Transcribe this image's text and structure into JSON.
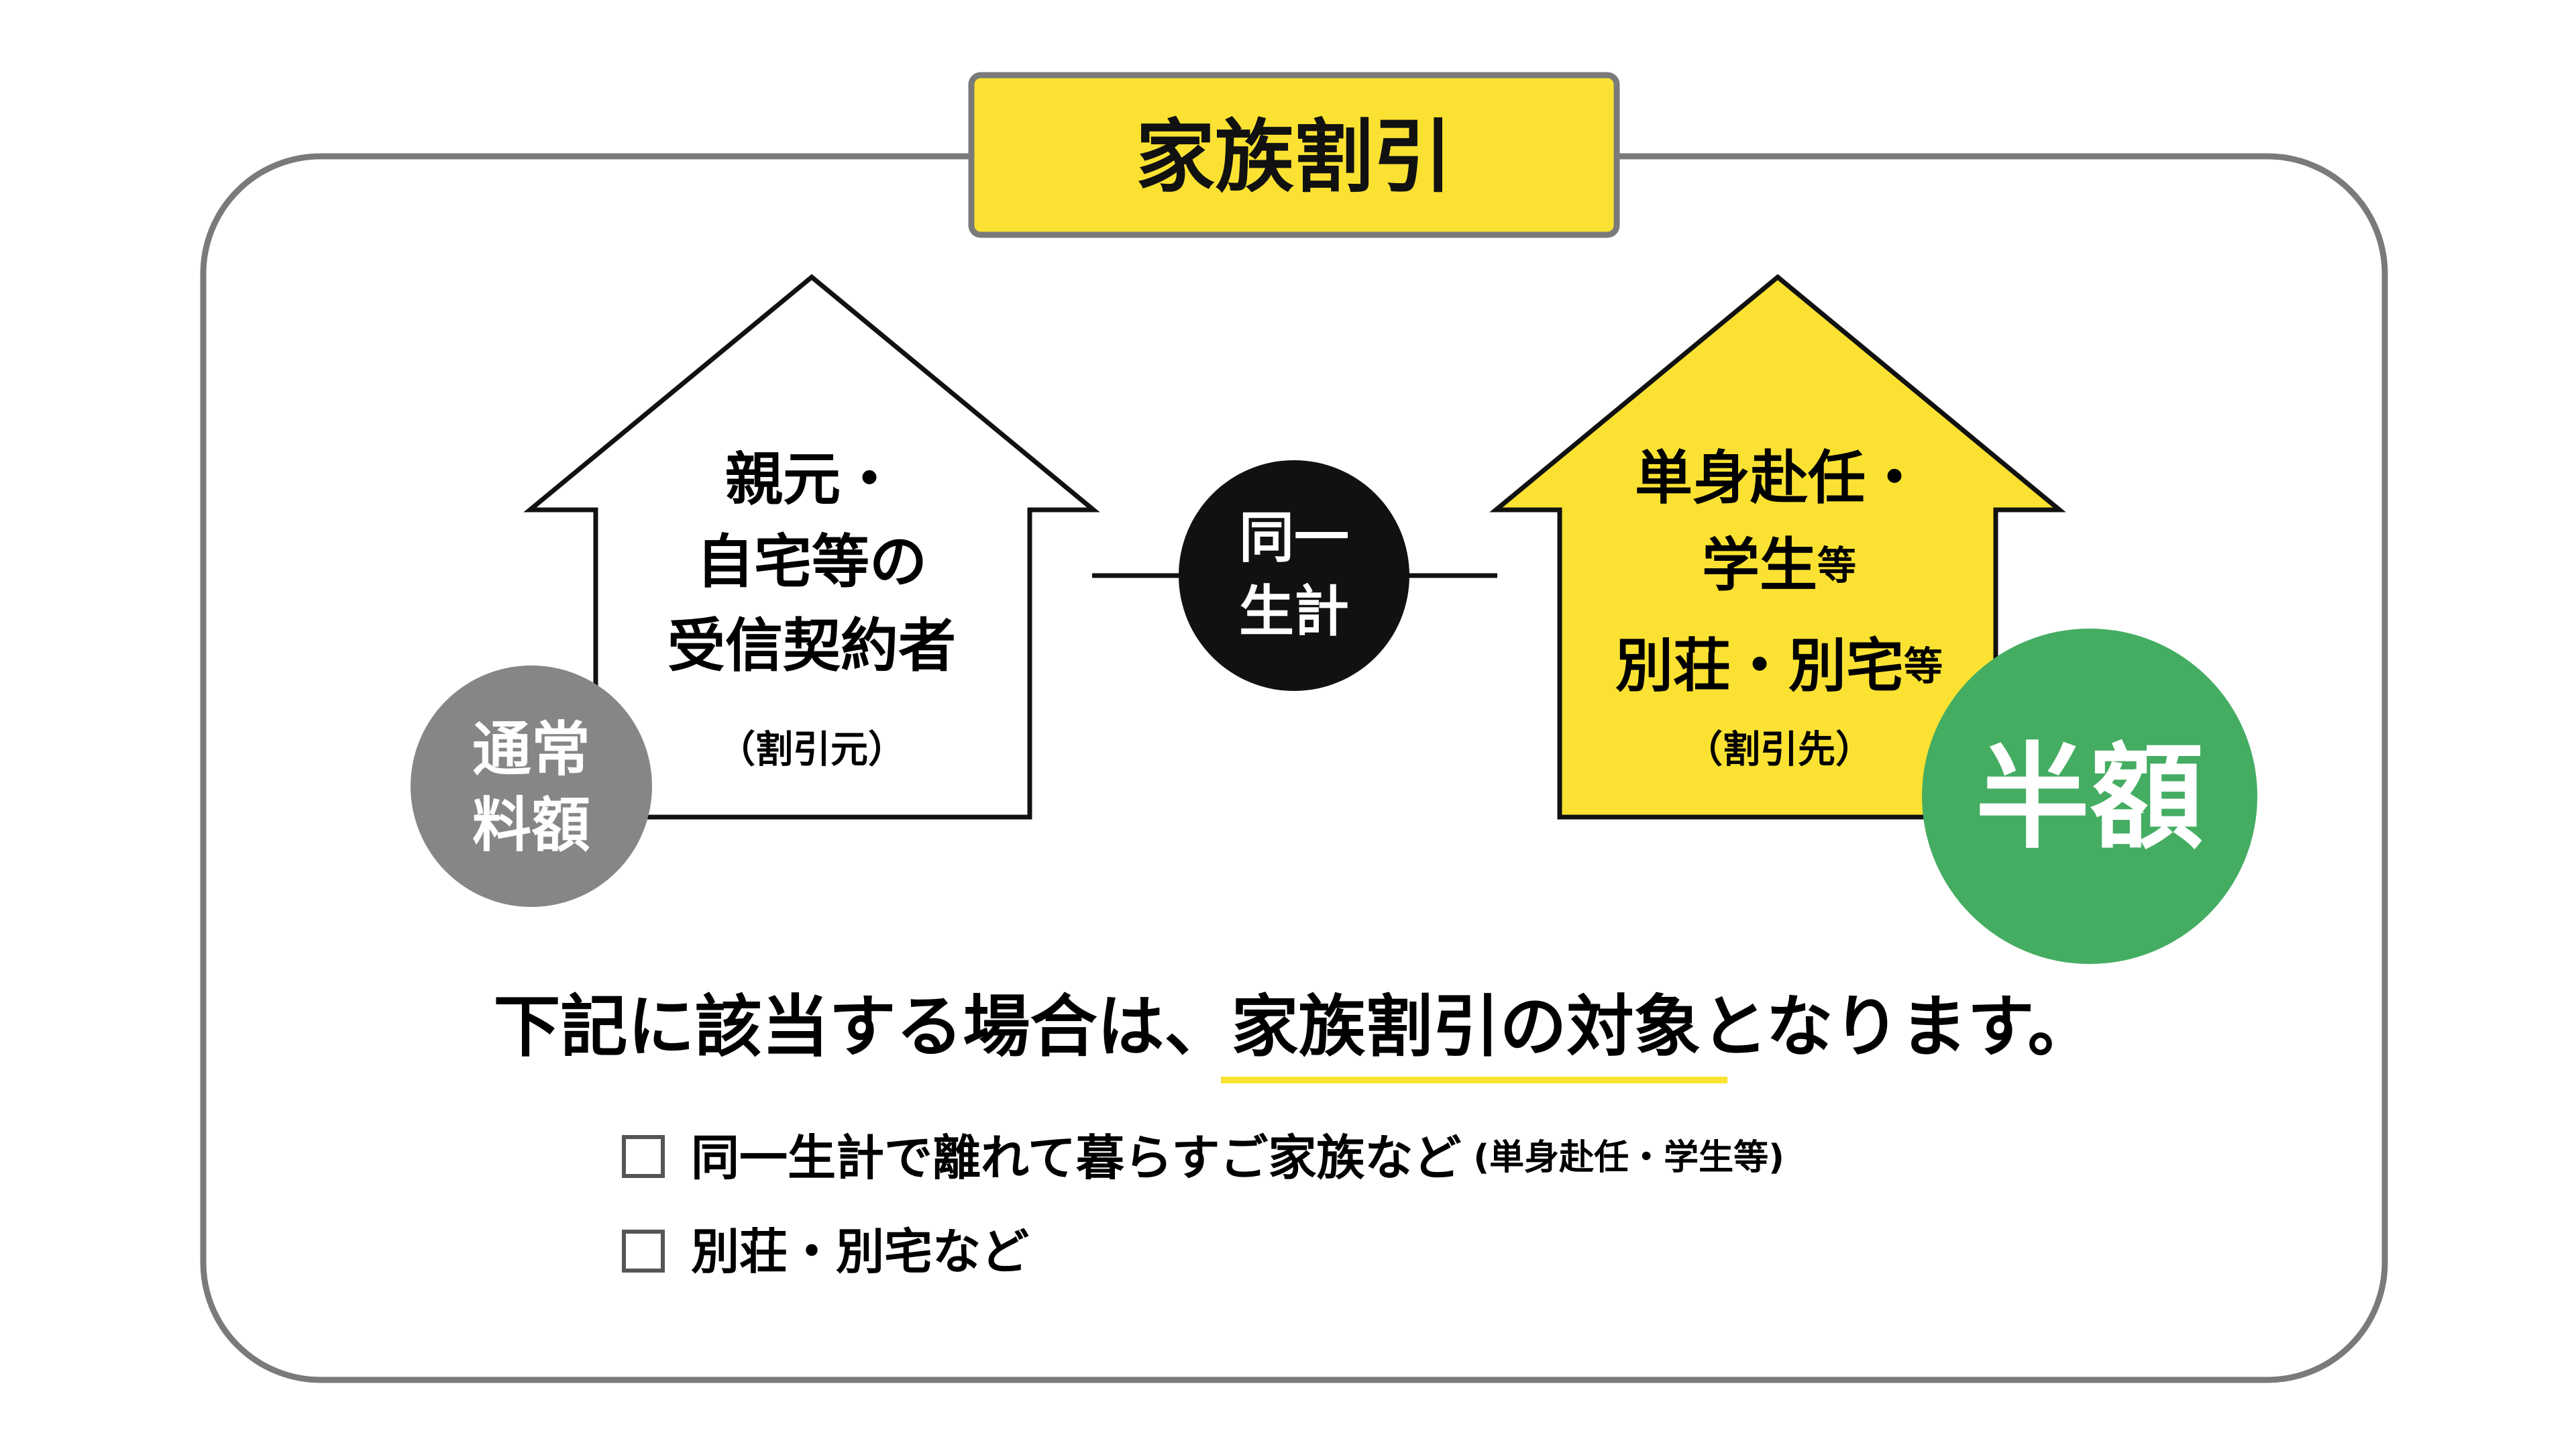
{
  "title": "家族割引",
  "colors": {
    "accent_yellow": "#fbe232",
    "circle_gray": "#868686",
    "circle_green": "#44ad62",
    "black": "#111111",
    "frame_gray": "#7a7a7a"
  },
  "source_house": {
    "lines": [
      "親元・",
      "自宅等の",
      "受信契約者"
    ],
    "role": "（割引元）",
    "price_badge": [
      "通常",
      "料額"
    ]
  },
  "link": {
    "lines": [
      "同一",
      "生計"
    ]
  },
  "target_house": {
    "line1": "単身赴任・",
    "line2_main": "学生",
    "line2_small": "等",
    "line3_main": "別荘・別宅",
    "line3_small": "等",
    "role": "（割引先）",
    "price_badge": "半額"
  },
  "statement": {
    "prefix": "下記に該当する場合は、",
    "highlight": "家族割引の対象",
    "suffix": "となります。"
  },
  "conditions": [
    {
      "text": "同一生計で離れて暮らすご家族など",
      "note": "(単身赴任・学生等)"
    },
    {
      "text": "別荘・別宅など",
      "note": ""
    }
  ]
}
